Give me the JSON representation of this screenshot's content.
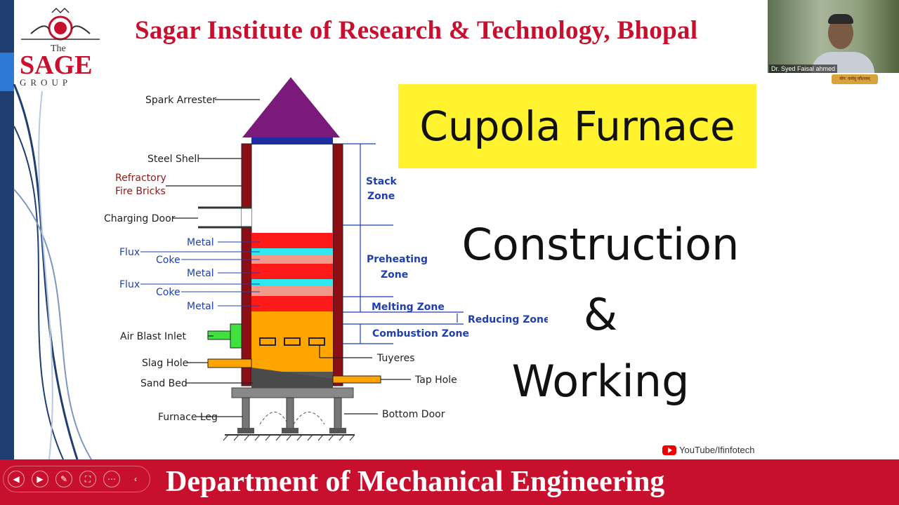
{
  "header": {
    "title": "Sagar Institute of Research & Technology, Bhopal"
  },
  "logo": {
    "the": "The",
    "sage": "SAGE",
    "group": "GROUP"
  },
  "slide": {
    "title_box": "Cupola Furnace",
    "line1": "Construction",
    "line2": "&",
    "line3": "Working",
    "watermark": "YouTube/Ifinfotech"
  },
  "diagram": {
    "labels": {
      "spark_arrester": "Spark Arrester",
      "steel_shell": "Steel Shell",
      "refractory_1": "Refractory",
      "refractory_2": "Fire Bricks",
      "charging_door": "Charging Door",
      "metal": "Metal",
      "flux": "Flux",
      "coke": "Coke",
      "air_blast_inlet": "Air Blast Inlet",
      "slag_hole": "Slag Hole",
      "sand_bed": "Sand Bed",
      "furnace_leg": "Furnace Leg",
      "tuyeres": "Tuyeres",
      "tap_hole": "Tap Hole",
      "bottom_door": "Bottom Door",
      "stack_zone_1": "Stack",
      "stack_zone_2": "Zone",
      "preheating_zone_1": "Preheating",
      "preheating_zone_2": "Zone",
      "melting_zone": "Melting Zone",
      "reducing_zone": "Reducing Zone",
      "combustion_zone": "Combustion Zone"
    },
    "colors": {
      "roof": "#7b1a7b",
      "shell": "#8b0e14",
      "metal": "#ff1a1a",
      "flux": "#2ee8f0",
      "coke": "#f29a8a",
      "combustion": "#ffa500",
      "sand": "#555555",
      "air_inlet": "#3fe23f",
      "zone_text": "#1f3fb0",
      "label_red": "#8b1a1a"
    }
  },
  "footer": {
    "title": "Department of Mechanical Engineering"
  },
  "toolbar": {
    "prev": "◀",
    "next": "▶",
    "pen": "✎",
    "zoom": "⛶",
    "more": "⋯",
    "collapse": "‹"
  },
  "video": {
    "participant_name": "Dr. Syed Faisal ahmed",
    "badge": "योग: कर्मसु कौशलम्"
  }
}
